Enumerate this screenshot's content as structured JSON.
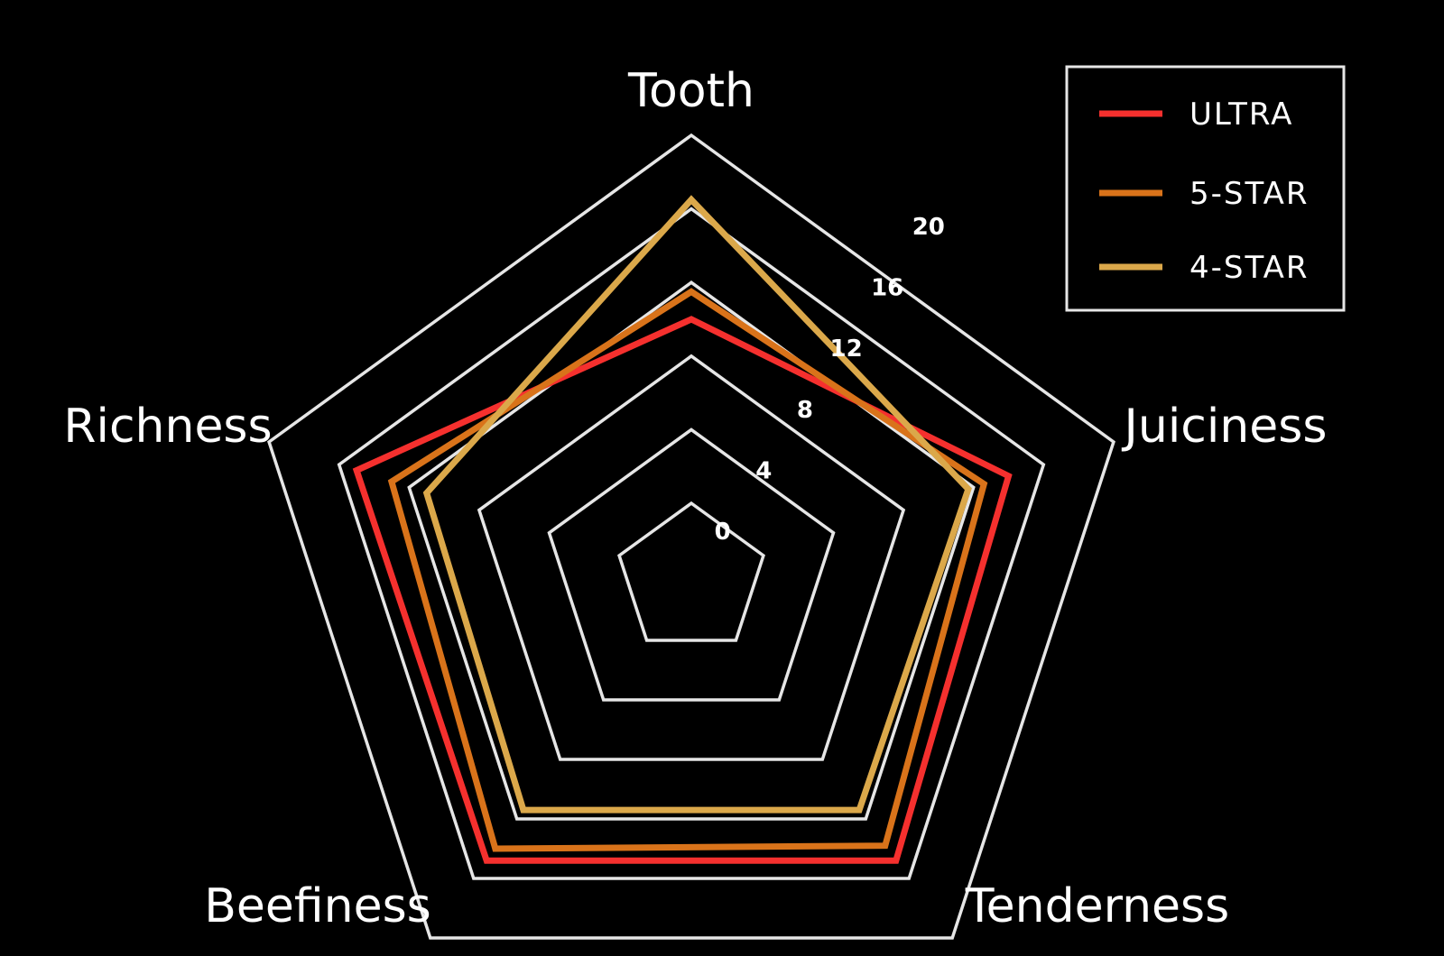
{
  "chart_data": {
    "type": "radar",
    "axes": [
      "Tooth",
      "Juiciness",
      "Tenderness",
      "Beefiness",
      "Richness"
    ],
    "rlim": [
      0,
      20
    ],
    "ticks": [
      0,
      4,
      8,
      12,
      16,
      20
    ],
    "series": [
      {
        "name": "ULTRA",
        "color": "#f5302e",
        "values": [
          10.0,
          14.0,
          14.8,
          14.8,
          15.0
        ]
      },
      {
        "name": "5-STAR",
        "color": "#d9731a",
        "values": [
          11.5,
          12.6,
          13.8,
          14.0,
          13.0
        ]
      },
      {
        "name": "4-STAR",
        "color": "#dba84a",
        "values": [
          16.5,
          11.7,
          11.4,
          11.4,
          11.0
        ]
      }
    ],
    "grid": true,
    "legend_position": "top-right"
  }
}
